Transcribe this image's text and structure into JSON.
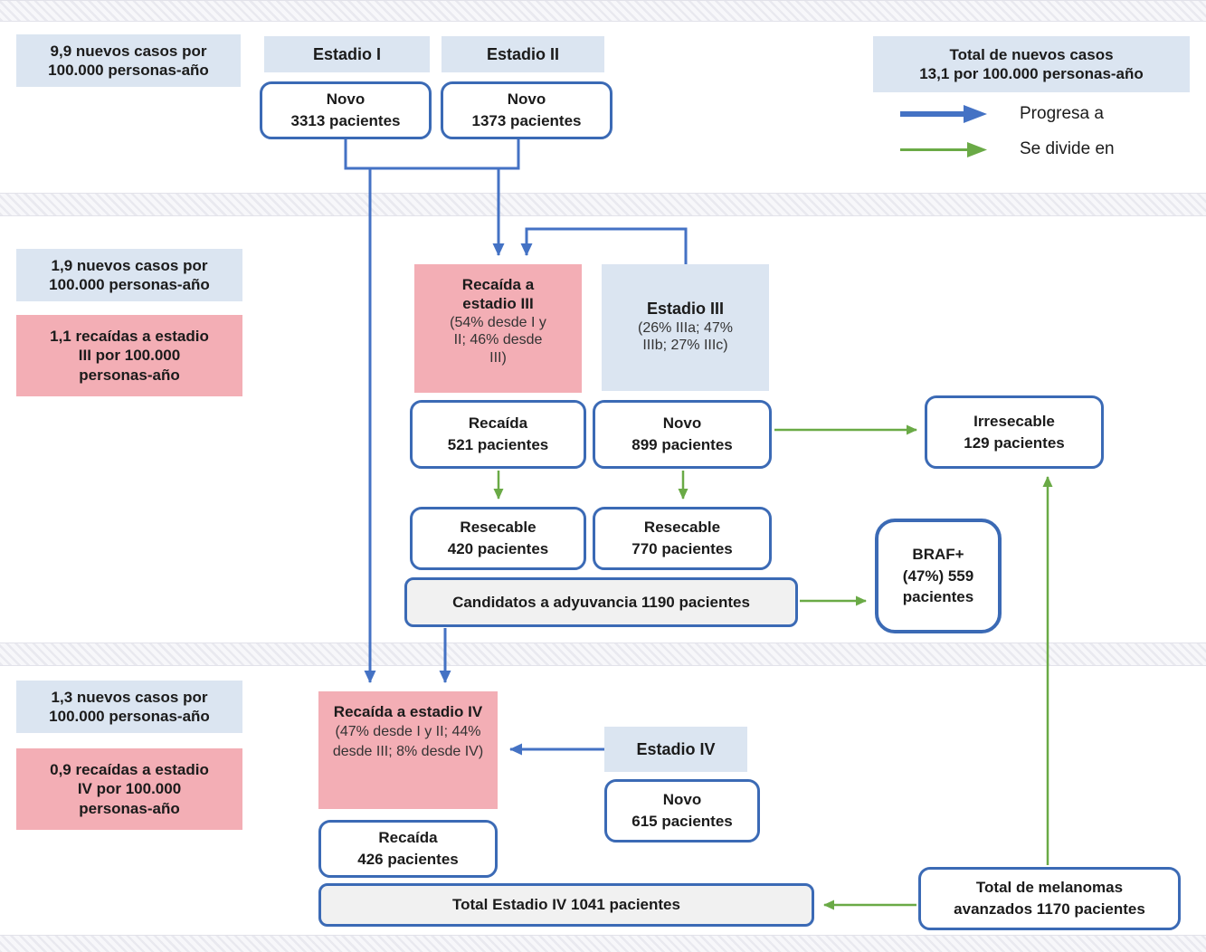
{
  "colors": {
    "progress_arrow_blue": "#4472c4",
    "divide_arrow_green": "#6aaa46",
    "stage_label_bg": "#dbe5f1",
    "relapse_bg": "#f3aeb5",
    "node_border_blue": "#3b6ab5",
    "summary_node_bg": "#f1f1f1"
  },
  "legend": {
    "progress_label": "Progresa a",
    "divide_label": "Se divide en"
  },
  "rates": {
    "top_new": "9,9 nuevos casos por\n100.000 personas-año",
    "total_new": "Total de nuevos casos\n13,1 por 100.000 personas-año",
    "mid_new": "1,9 nuevos casos por\n100.000 personas-año",
    "mid_relapse": "1,1 recaídas a estadio\nIII por 100.000\npersonas-año",
    "bottom_new": "1,3 nuevos casos por\n100.000 personas-año",
    "bottom_relapse": "0,9 recaídas a estadio\nIV por 100.000\npersonas-año"
  },
  "stages": {
    "s1": {
      "label": "Estadio I",
      "new_node": "Novo\n3313 pacientes"
    },
    "s2": {
      "label": "Estadio II",
      "new_node": "Novo\n1373 pacientes"
    },
    "s3": {
      "label": "Estadio III",
      "label_detail": "(26% IIIa;  47%\nIIIb;  27% IIIc)",
      "relapse_title": "Recaída a\nestadio III",
      "relapse_detail": "(54% desde I y\nII;  46% desde\nIII)",
      "relapse_node": "Recaída\n521 pacientes",
      "new_node": "Novo\n899 pacientes",
      "irresecable_node": "Irresecable\n129 pacientes",
      "resecable_relapse_node": "Resecable\n420 pacientes",
      "resecable_new_node": "Resecable\n770 pacientes",
      "adjuvant_node": "Candidatos a adyuvancia 1190 pacientes",
      "braf_node": "BRAF+\n(47%) 559\npacientes"
    },
    "s4": {
      "label": "Estadio IV",
      "relapse_title": "Recaída a estadio IV",
      "relapse_detail": "(47% desde I y II;  44% desde III;  8% desde IV)",
      "new_node": "Novo\n615 pacientes",
      "relapse_node": "Recaída\n426 pacientes",
      "total_node": "Total Estadio IV 1041 pacientes",
      "total_advanced_node": "Total de melanomas\navanzados 1170 pacientes"
    }
  }
}
